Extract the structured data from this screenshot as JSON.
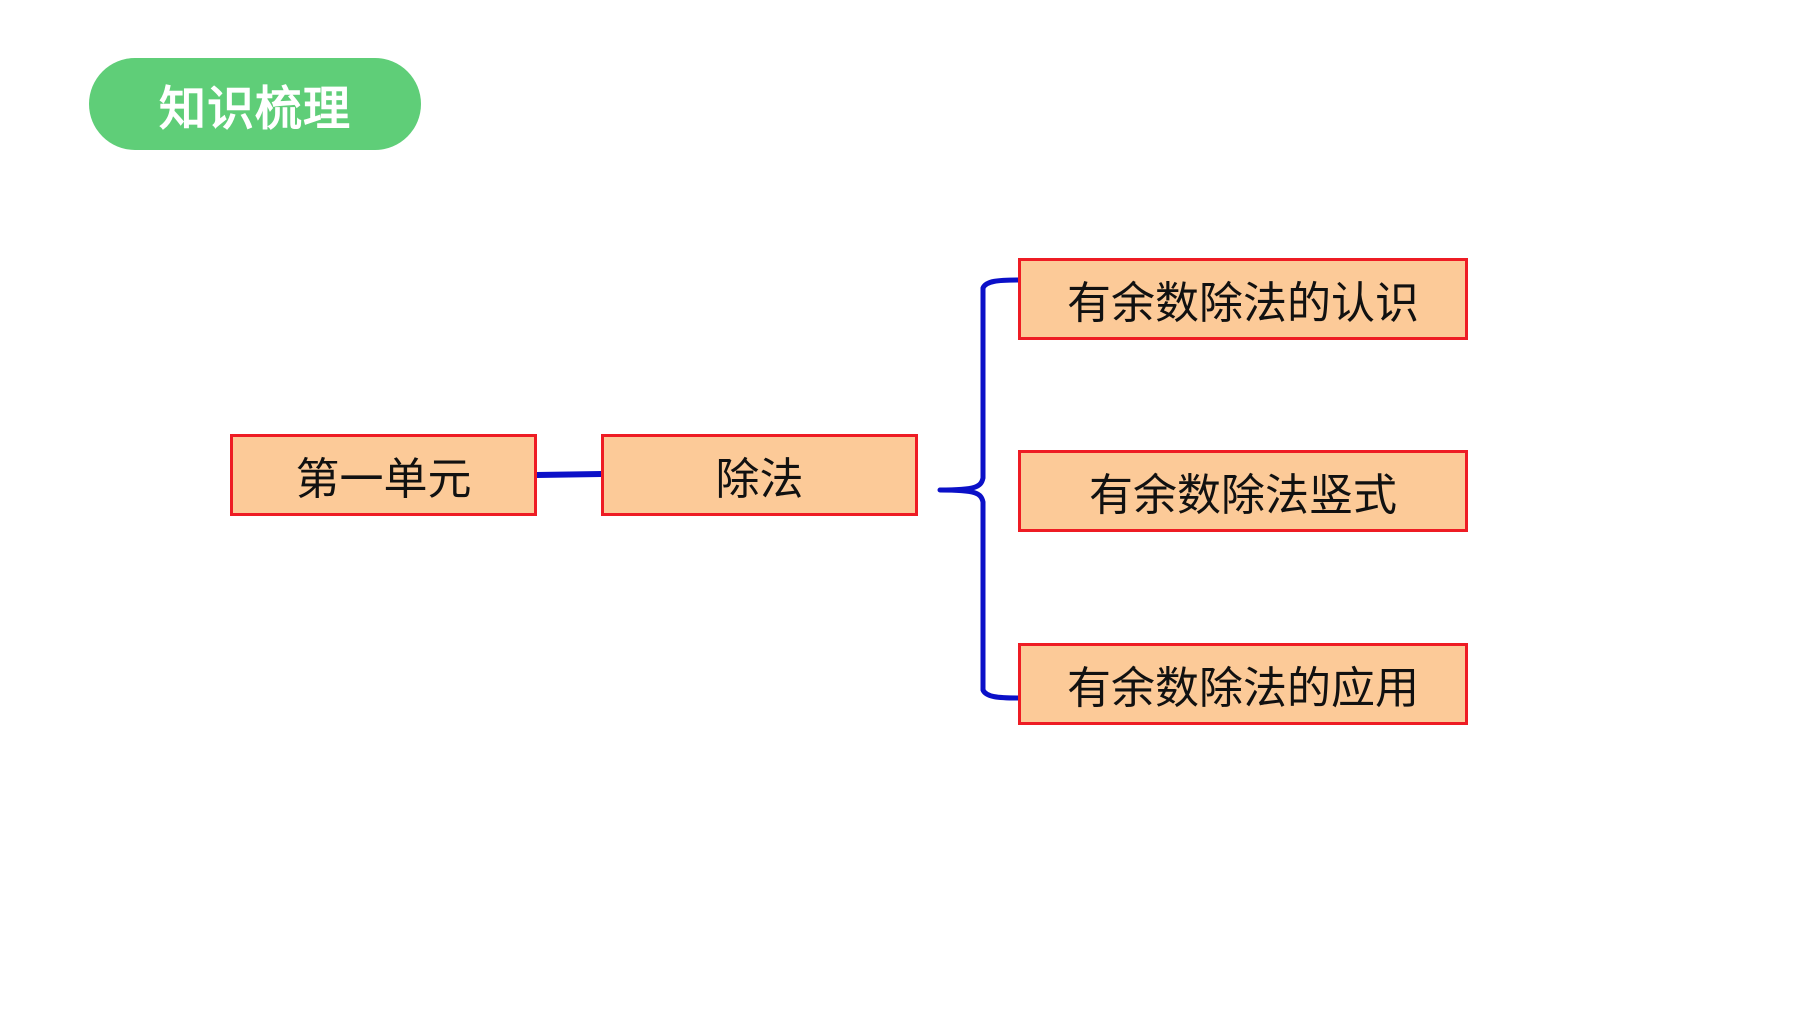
{
  "header": {
    "title": "知识梳理"
  },
  "diagram": {
    "root": "第一单元",
    "branch": "除法",
    "children": [
      "有余数除法的认识",
      "有余数除法竖式",
      "有余数除法的应用"
    ]
  },
  "colors": {
    "title_background": "#5fce78",
    "node_fill": "#fcca98",
    "node_border": "#ee1c24",
    "connector": "#0b10c8"
  }
}
